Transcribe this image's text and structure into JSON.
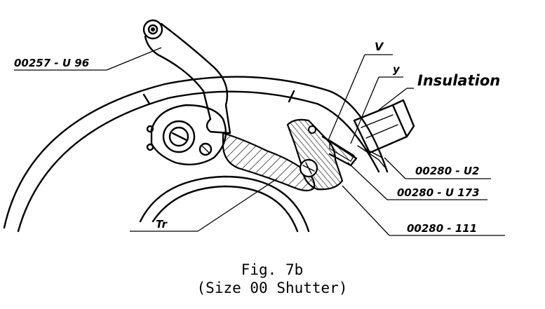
{
  "labels": {
    "part_00257": "00257 - U 96",
    "part_v": "V",
    "part_y": "y",
    "insulation": "Insulation",
    "part_00280_u2": "00280 - U2",
    "part_00280_u173": "00280 - U 173",
    "part_00280_111": "00280 - 111",
    "part_tr": "Tr"
  },
  "caption": {
    "line1": "Fig. 7b",
    "line2": "(Size 00 Shutter)"
  }
}
